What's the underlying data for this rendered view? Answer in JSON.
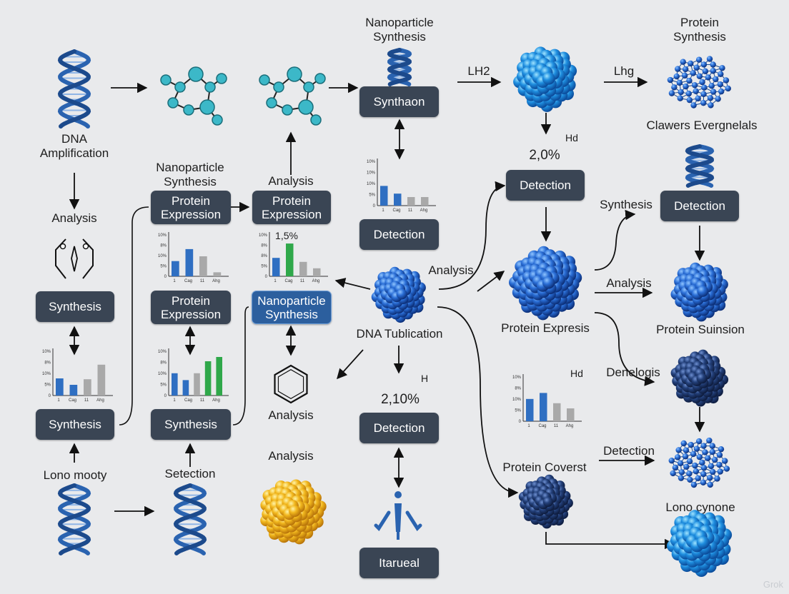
{
  "boxes": {
    "synthesis_1": "Synthesis",
    "synthesis_2": "Synthesis",
    "synthesis_3": "Synthesis",
    "protein_expression_1": "Protein\nExpression",
    "protein_expression_2": "Protein\nExpression",
    "protein_expression_3": "Protein\nExpression",
    "nanoparticle_synthesis_box": "Nanoparticle\nSynthesis",
    "synthaon": "Synthaon",
    "detection_1": "Detection",
    "detection_2": "Detection",
    "detection_3": "Detection",
    "detection_4": "Detection",
    "itarueal": "Itarueal"
  },
  "labels": {
    "dna_amplification": "DNA\nAmplification",
    "analysis_left": "Analysis",
    "nanoparticle_synthesis_top": "Nanoparticle\nSynthesis",
    "nanoparticle_synthesis_mid": "Nanoparticle\nSynthesis",
    "analysis_mid_top": "Analysis",
    "protein_synthesis": "Protein\nSynthesis",
    "lh2": "LH2",
    "lhg": "Lhg",
    "clawers": "Clawers Evergnelals",
    "hd_top": "Hd",
    "pct_top": "2,0%",
    "synthesis_right": "Synthesis",
    "analysis_center": "Analysis",
    "analysis_right": "Analysis",
    "protein_expresis": "Protein Expresis",
    "protein_suinsion": "Protein Suinsion",
    "dna_tublication": "DNA Tublication",
    "h_mid": "H",
    "pct_mid": "2,10%",
    "pct_chart": "1,5%",
    "analysis_hex": "Analysis",
    "analysis_lower": "Analysis",
    "lono_mooty": "Lono mooty",
    "setection": "Setection",
    "denelogis": "Denelogis",
    "hd_right": "Hd",
    "protein_coverst": "Protein Coverst",
    "detection_right": "Detection",
    "lono_cynone": "Lono cynone"
  },
  "mini_charts": [
    {
      "id": "chart_a",
      "values": [
        0.4,
        0.25,
        0.38,
        0.72
      ],
      "colors": [
        "#2f6fc2",
        "#2f6fc2",
        "#a9a9a9",
        "#a9a9a9"
      ],
      "yticks": [
        "10%",
        "8%",
        "10%",
        "5%",
        "0"
      ],
      "xticks": [
        "1",
        "Cag",
        "11",
        "Ahg"
      ]
    },
    {
      "id": "chart_b",
      "values": [
        0.38,
        0.68,
        0.5,
        0.1
      ],
      "colors": [
        "#2f6fc2",
        "#2f6fc2",
        "#a9a9a9",
        "#a9a9a9"
      ],
      "yticks": [
        "10%",
        "8%",
        "10%",
        "5%",
        "0"
      ],
      "xticks": [
        "1",
        "Cag",
        "11",
        "Ahg"
      ]
    },
    {
      "id": "chart_c",
      "values": [
        0.46,
        0.82,
        0.36,
        0.2
      ],
      "colors": [
        "#2f6fc2",
        "#2fa84a",
        "#a9a9a9",
        "#a9a9a9"
      ],
      "yticks": [
        "10%",
        "8%",
        "8%",
        "5%",
        "0"
      ],
      "xticks": [
        "1",
        "Cag",
        "11",
        "Ahg"
      ]
    },
    {
      "id": "chart_d",
      "values": [
        0.46,
        0.28,
        0.2,
        0.2
      ],
      "colors": [
        "#2f6fc2",
        "#2f6fc2",
        "#a9a9a9",
        "#a9a9a9"
      ],
      "yticks": [
        "10%",
        "10%",
        "10%",
        "5%",
        "0"
      ],
      "xticks": [
        "1",
        "Cag",
        "11",
        "Ahg"
      ]
    },
    {
      "id": "chart_e",
      "values": [
        0.52,
        0.36,
        0.52,
        0.8,
        0.9
      ],
      "colors": [
        "#2f6fc2",
        "#2f6fc2",
        "#a9a9a9",
        "#2fa84a",
        "#2fa84a"
      ],
      "yticks": [
        "10%",
        "8%",
        "10%",
        "5%",
        "0"
      ],
      "xticks": [
        "1",
        "Cag",
        "11",
        "Ahg"
      ]
    },
    {
      "id": "chart_f",
      "values": [
        0.52,
        0.66,
        0.42,
        0.3
      ],
      "colors": [
        "#2f6fc2",
        "#2f6fc2",
        "#a9a9a9",
        "#a9a9a9"
      ],
      "yticks": [
        "10%",
        "8%",
        "10%",
        "5%",
        "0"
      ],
      "xticks": [
        "1",
        "Cag",
        "11",
        "Ahg"
      ]
    }
  ],
  "colors": {
    "box": "#3a4554",
    "box_highlight": "#2c5f9e",
    "dna_blue": "#2a63b0",
    "molecule_teal": "#3cb8c8",
    "sphere_blue": "#1d57b5",
    "sphere_dark": "#23407a",
    "sphere_gold": "#f1b81f",
    "arrow": "#111111"
  },
  "watermark": "Grok"
}
